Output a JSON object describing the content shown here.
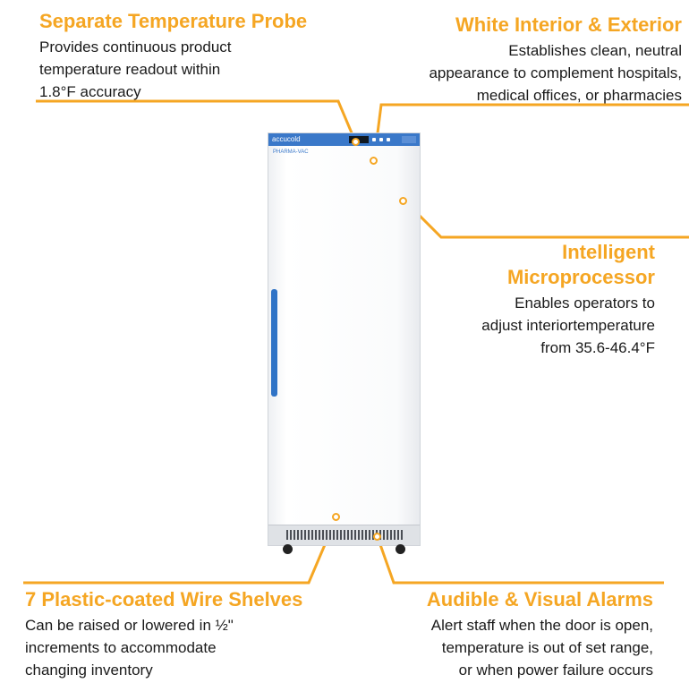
{
  "colors": {
    "accent": "#f5a623",
    "text": "#1a1a1a",
    "fridge_blue": "#3a78c9"
  },
  "callouts": {
    "probe": {
      "title": "Separate Temperature Probe",
      "lines": [
        "Provides continuous product",
        "temperature readout within",
        "1.8°F accuracy"
      ]
    },
    "interior": {
      "title": "White Interior & Exterior",
      "lines": [
        "Establishes clean, neutral",
        "appearance to complement hospitals,",
        "medical offices, or pharmacies"
      ]
    },
    "micro": {
      "title_lines": [
        "Intelligent",
        "Microprocessor"
      ],
      "lines": [
        "Enables operators to",
        "adjust interiortemperature",
        "from 35.6-46.4°F"
      ]
    },
    "shelves": {
      "title": "7 Plastic-coated Wire Shelves",
      "lines": [
        "Can be raised or lowered in ½\"",
        "increments to accommodate",
        "changing inventory"
      ]
    },
    "alarms": {
      "title": "Audible & Visual Alarms",
      "lines": [
        "Alert staff when the door is open,",
        "temperature is out of set range,",
        "or when power failure occurs"
      ]
    }
  },
  "fridge": {
    "brand": "accucold",
    "sublogo": "PHARMA-VAC"
  }
}
